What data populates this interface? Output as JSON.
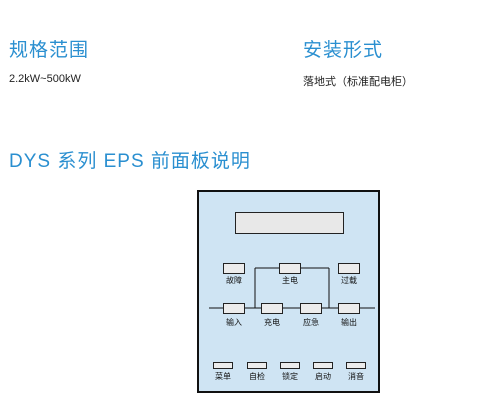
{
  "spec": {
    "title": "规格范围",
    "value": "2.2kW~500kW"
  },
  "install": {
    "title": "安装形式",
    "value": "落地式（标准配电柜）"
  },
  "panel_section": {
    "title": "DYS 系列 EPS 前面板说明"
  },
  "panel": {
    "indicators": {
      "fault": "故障",
      "mains": "主电",
      "overload": "过载",
      "input": "输入",
      "charge": "充电",
      "emergency": "应急",
      "output": "输出"
    },
    "buttons": {
      "menu": "菜单",
      "selftest": "自检",
      "lock": "锁定",
      "start": "启动",
      "mute": "消音"
    }
  }
}
